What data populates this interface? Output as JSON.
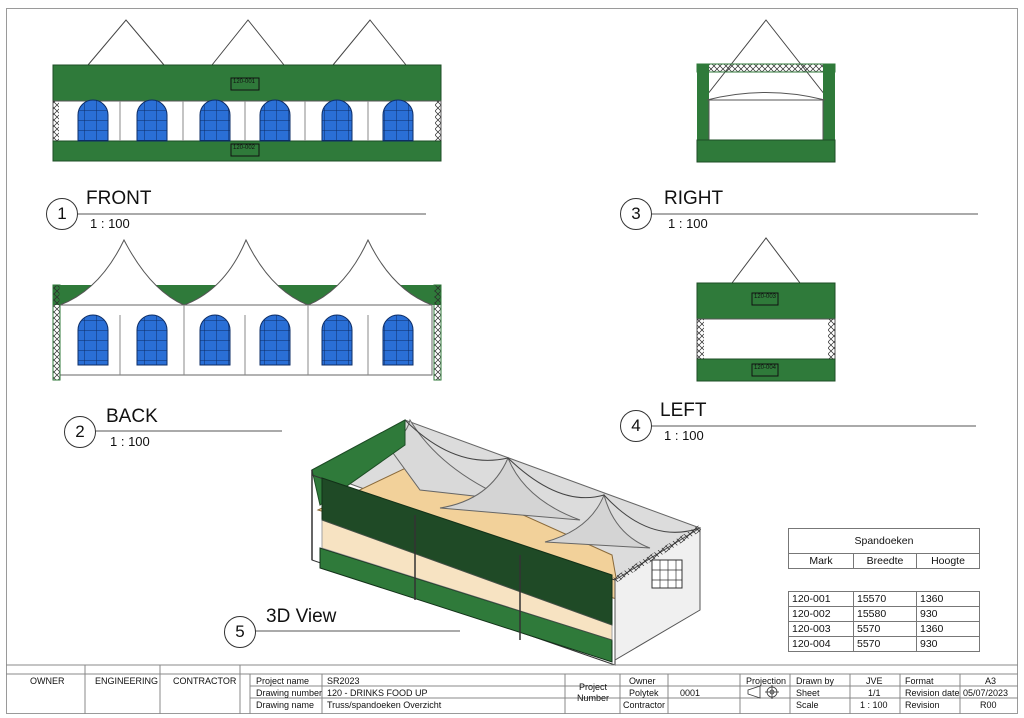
{
  "views": {
    "front": {
      "number": "1",
      "title": "FRONT",
      "scale": "1 : 100"
    },
    "back": {
      "number": "2",
      "title": "BACK",
      "scale": "1 : 100"
    },
    "right": {
      "number": "3",
      "title": "RIGHT",
      "scale": "1 : 100"
    },
    "left": {
      "number": "4",
      "title": "LEFT",
      "scale": "1 : 100"
    },
    "view3d": {
      "number": "5",
      "title": "3D View"
    }
  },
  "tags": {
    "front_top": "120-001",
    "front_bottom": "120-002",
    "left_top": "120-003",
    "left_bottom": "120-004"
  },
  "schedule": {
    "title": "Spandoeken",
    "headers": [
      "Mark",
      "Breedte",
      "Hoogte"
    ],
    "rows": [
      [
        "120-001",
        "15570",
        "1360"
      ],
      [
        "120-002",
        "15580",
        "930"
      ],
      [
        "120-003",
        "5570",
        "1360"
      ],
      [
        "120-004",
        "5570",
        "930"
      ]
    ]
  },
  "title_block": {
    "owner_label": "OWNER",
    "engineering_label": "ENGINEERING",
    "contractor_label": "CONTRACTOR",
    "project_name_label": "Project name",
    "project_name": "SR2023",
    "drawing_number_label": "Drawing number",
    "drawing_number": "120 - DRINKS FOOD UP",
    "drawing_name_label": "Drawing name",
    "drawing_name": "Truss/spandoeken Overzicht",
    "project_number_label": "Project\nNumber",
    "owner2_label": "Owner",
    "owner2_value": "Polytek",
    "contractor2_label": "Contractor",
    "project_number": "0001",
    "projection_label": "Projection",
    "drawn_by_label": "Drawn by",
    "drawn_by": "JVE",
    "sheet_label": "Sheet",
    "sheet": "1/1",
    "scale_label": "Scale",
    "scale": "1 : 100",
    "format_label": "Format",
    "format": "A3",
    "revision_date_label": "Revision date",
    "revision_date": "05/07/2023",
    "revision_label": "Revision",
    "revision": "R00"
  },
  "colors": {
    "banner": "#2f7a3a",
    "banner_dark": "#1f4a26",
    "window": "#2a6fd6",
    "floor": "#f2d19a"
  }
}
